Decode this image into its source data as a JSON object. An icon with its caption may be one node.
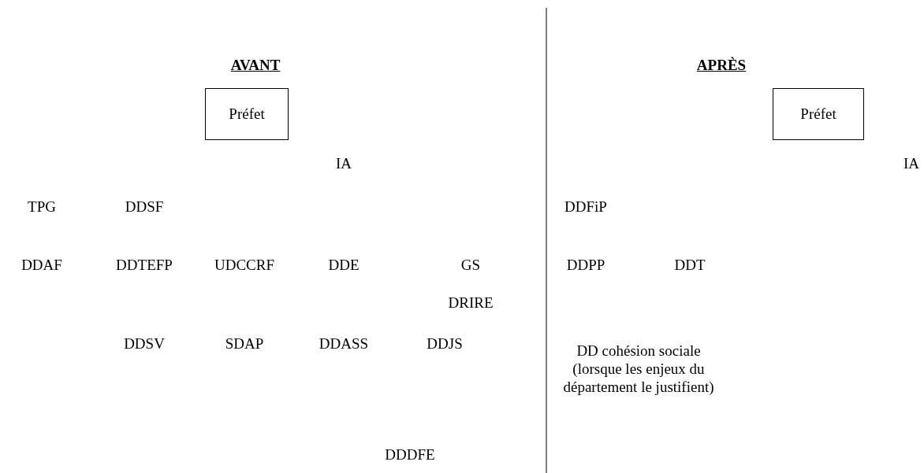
{
  "diagram": {
    "nodes": [
      {
        "text": [
          "Préfet"
        ]
      },
      {
        "text": [
          "Préfet"
        ]
      }
    ],
    "labels": [
      "AVANT",
      "APRÈS",
      "IA",
      "IA",
      "TPG",
      "DDSF",
      "DDFiP",
      "DDAF",
      "DDTEFP",
      "UDCCRF",
      "DDE",
      "GS",
      "DDPP",
      "DDT",
      "DRIRE",
      "DDSV",
      "SDAP",
      "DDASS",
      "DDJS",
      "DD cohésion sociale (lorsque les enjeux du département le justifient)",
      "DDDFE"
    ]
  }
}
